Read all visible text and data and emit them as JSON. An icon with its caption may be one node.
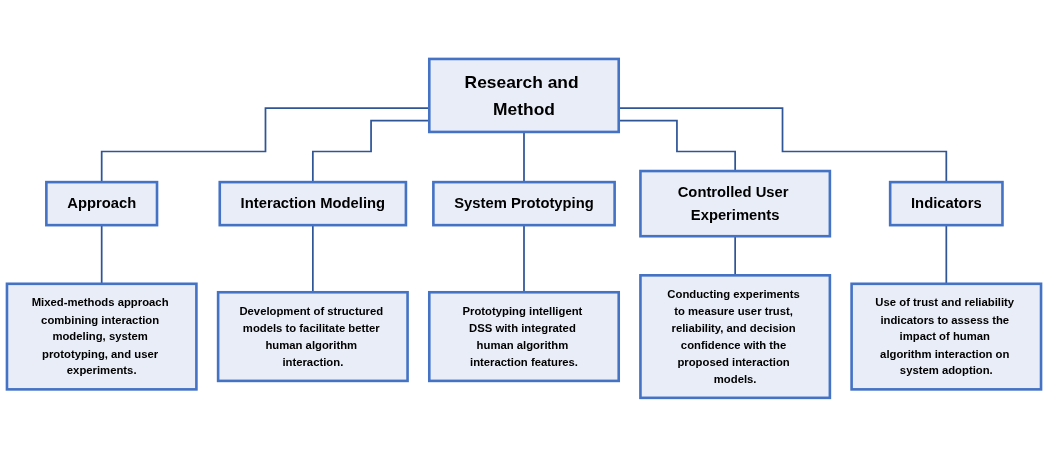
{
  "diagram": {
    "nodes": [
      {
        "text": [
          "Research and Method"
        ]
      },
      {
        "text": [
          "Approach"
        ]
      },
      {
        "text": [
          "Interaction Modeling"
        ]
      },
      {
        "text": [
          "System Prototyping"
        ]
      },
      {
        "text": [
          "Controlled User Experiments"
        ]
      },
      {
        "text": [
          "Indicators"
        ]
      },
      {
        "text": [
          "Mixed-methods approach combining interaction modeling, system prototyping, and user experiments."
        ]
      },
      {
        "text": [
          "Development of structured models to facilitate better human algorithm interaction."
        ]
      },
      {
        "text": [
          "Prototyping intelligent DSS with integrated human algorithm interaction features."
        ]
      },
      {
        "text": [
          "Conducting experiments to measure user trust, reliability, and decision confidence with the proposed interaction models."
        ]
      },
      {
        "text": [
          "Use of trust and reliability indicators to assess the impact of human algorithm interaction on system adoption."
        ]
      }
    ],
    "edges": [
      {
        "from": 0,
        "to": 1,
        "arrow": "none"
      },
      {
        "from": 0,
        "to": 2,
        "arrow": "none"
      },
      {
        "from": 0,
        "to": 3,
        "arrow": "none"
      },
      {
        "from": 0,
        "to": 4,
        "arrow": "none"
      },
      {
        "from": 0,
        "to": 5,
        "arrow": "none"
      },
      {
        "from": 1,
        "to": 6,
        "arrow": "none"
      },
      {
        "from": 2,
        "to": 7,
        "arrow": "none"
      },
      {
        "from": 3,
        "to": 8,
        "arrow": "none"
      },
      {
        "from": 4,
        "to": 9,
        "arrow": "none"
      },
      {
        "from": 5,
        "to": 10,
        "arrow": "none"
      }
    ]
  }
}
